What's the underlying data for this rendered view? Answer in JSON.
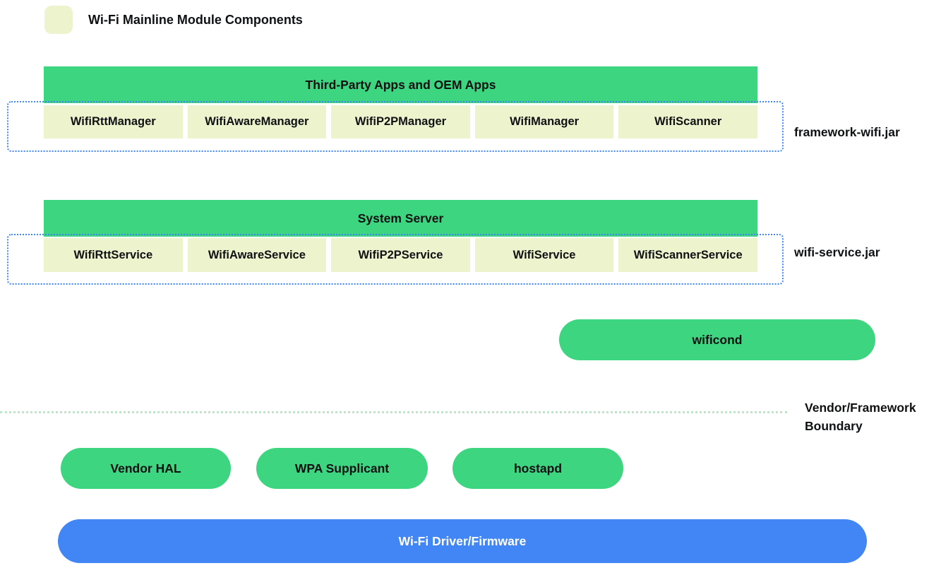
{
  "legend": {
    "swatch": "module-swatch",
    "label": "Wi-Fi Mainline Module Components"
  },
  "groups": [
    {
      "header": "Third-Party Apps and OEM Apps",
      "items": [
        "WifiRttManager",
        "WifiAwareManager",
        "WifiP2PManager",
        "WifiManager",
        "WifiScanner"
      ],
      "jar_label": "framework-wifi.jar"
    },
    {
      "header": "System Server",
      "items": [
        "WifiRttService",
        "WifiAwareService",
        "WifiP2PService",
        "WifiService",
        "WifiScannerService"
      ],
      "jar_label": "wifi-service.jar"
    }
  ],
  "wificond_label": "wificond",
  "boundary_label": "Vendor/Framework Boundary",
  "vendor_pills": [
    "Vendor HAL",
    "WPA Supplicant",
    "hostapd"
  ],
  "driver_label": "Wi-Fi Driver/Firmware",
  "colors": {
    "green": "#3ed581",
    "module_yellow": "#edf3cd",
    "driver_blue": "#4285f4",
    "jar_dotted_blue": "#4285f4",
    "boundary_mint": "#b9e7ca",
    "text": "#0f1113"
  }
}
